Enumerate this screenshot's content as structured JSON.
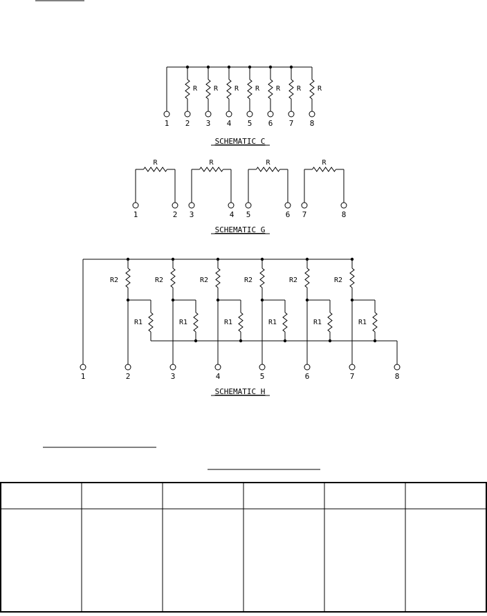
{
  "schematic_c": {
    "title": "SCHEMATIC C",
    "resistor_label": "R",
    "terminals": [
      "1",
      "2",
      "3",
      "4",
      "5",
      "6",
      "7",
      "8"
    ]
  },
  "schematic_g": {
    "title": "SCHEMATIC G",
    "resistor_label": "R",
    "terminals": [
      "1",
      "2",
      "3",
      "4",
      "5",
      "6",
      "7",
      "8"
    ]
  },
  "schematic_h": {
    "title": "SCHEMATIC H",
    "r1_label": "R1",
    "r2_label": "R2",
    "terminals": [
      "1",
      "2",
      "3",
      "4",
      "5",
      "6",
      "7",
      "8"
    ]
  },
  "table": {
    "columns": 6,
    "header_cells": [
      "",
      "",
      "",
      "",
      "",
      ""
    ],
    "body_cells": [
      "",
      "",
      "",
      "",
      "",
      ""
    ]
  }
}
